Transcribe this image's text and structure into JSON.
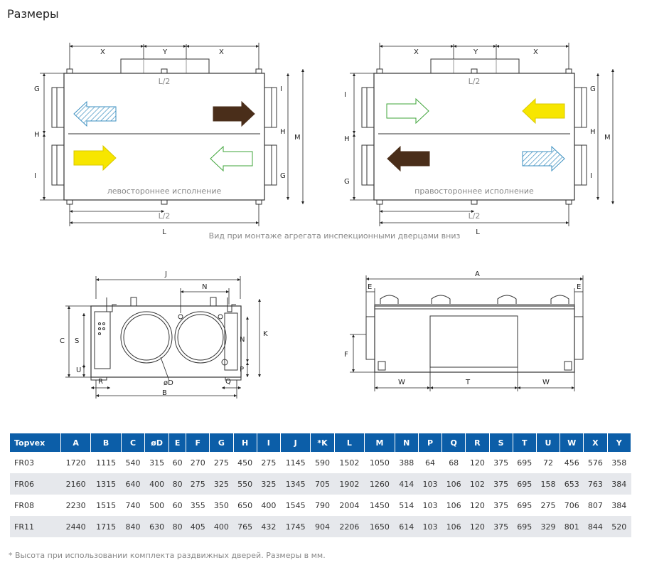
{
  "heading": "Размеры",
  "diagrams": {
    "left": {
      "label": "левостороннее исполнение",
      "dims": {
        "x_left": "X",
        "y": "Y",
        "x_right": "X",
        "half_top": "L/2",
        "half_bottom": "L/2",
        "length": "L",
        "g": "G",
        "h": "H",
        "i": "I",
        "i_r": "I",
        "h_r": "H",
        "g_r": "G",
        "m": "M"
      }
    },
    "right": {
      "label": "правостороннее исполнение",
      "dims": {
        "x_left": "X",
        "y": "Y",
        "x_right": "X",
        "half_top": "L/2",
        "half_bottom": "L/2",
        "length": "L",
        "i": "I",
        "h": "H",
        "g": "G",
        "g_r": "G",
        "h_r": "H",
        "i_r": "I",
        "m": "M"
      }
    },
    "caption": "Вид при монтаже агрегата инспекционными дверцами вниз",
    "front": {
      "j": "J",
      "n": "N",
      "c": "C",
      "s": "S",
      "u": "U",
      "k": "K",
      "n2": "N",
      "p": "P",
      "r": "R",
      "q": "Q",
      "d": "øD",
      "b": "B"
    },
    "side": {
      "a": "A",
      "e_left": "E",
      "e_right": "E",
      "f": "F",
      "w_left": "W",
      "t": "T",
      "w_right": "W"
    }
  },
  "colors": {
    "blue_arrow": "#3b8fc0",
    "brown_arrow": "#4a2e1a",
    "yellow_arrow": "#f7e600",
    "green_arrow": "#3fa43a",
    "table_header": "#0c5ea8"
  },
  "table": {
    "headers": [
      "Topvex",
      "A",
      "B",
      "C",
      "øD",
      "E",
      "F",
      "G",
      "H",
      "I",
      "J",
      "*K",
      "L",
      "M",
      "N",
      "P",
      "Q",
      "R",
      "S",
      "T",
      "U",
      "W",
      "X",
      "Y"
    ],
    "rows": [
      [
        "FR03",
        "1720",
        "1115",
        "540",
        "315",
        "60",
        "270",
        "275",
        "450",
        "275",
        "1145",
        "590",
        "1502",
        "1050",
        "388",
        "64",
        "68",
        "120",
        "375",
        "695",
        "72",
        "456",
        "576",
        "358"
      ],
      [
        "FR06",
        "2160",
        "1315",
        "640",
        "400",
        "80",
        "275",
        "325",
        "550",
        "325",
        "1345",
        "705",
        "1902",
        "1260",
        "414",
        "103",
        "106",
        "102",
        "375",
        "695",
        "158",
        "653",
        "763",
        "384"
      ],
      [
        "FR08",
        "2230",
        "1515",
        "740",
        "500",
        "60",
        "355",
        "350",
        "650",
        "400",
        "1545",
        "790",
        "2004",
        "1450",
        "514",
        "103",
        "106",
        "120",
        "375",
        "695",
        "275",
        "706",
        "807",
        "384"
      ],
      [
        "FR11",
        "2440",
        "1715",
        "840",
        "630",
        "80",
        "405",
        "400",
        "765",
        "432",
        "1745",
        "904",
        "2206",
        "1650",
        "614",
        "103",
        "106",
        "120",
        "375",
        "695",
        "329",
        "801",
        "844",
        "520"
      ]
    ]
  },
  "footnote": "* Высота при использовании комплекта раздвижных дверей. Размеры в мм."
}
